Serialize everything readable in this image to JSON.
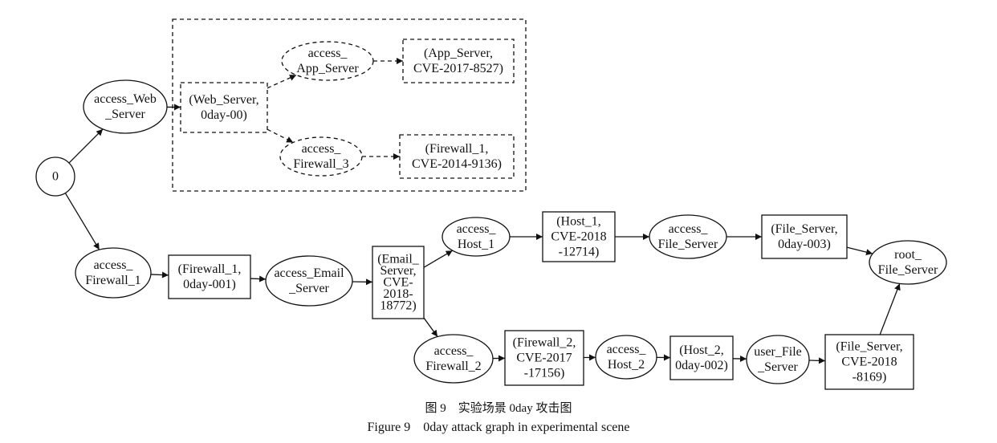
{
  "diagram": {
    "type": "attack-graph",
    "nodes": [
      {
        "id": "n0",
        "shape": "circle",
        "style": "solid",
        "lines": [
          "0"
        ]
      },
      {
        "id": "access_web",
        "shape": "ellipse",
        "style": "solid",
        "lines": [
          "access_Web",
          "_Server"
        ]
      },
      {
        "id": "web_vuln",
        "shape": "box",
        "style": "dashed",
        "lines": [
          "(Web_Server,",
          "0day-00)"
        ]
      },
      {
        "id": "access_app",
        "shape": "ellipse",
        "style": "dashed",
        "lines": [
          "access_",
          "App_Server"
        ]
      },
      {
        "id": "app_vuln",
        "shape": "box",
        "style": "dashed",
        "lines": [
          "(App_Server,",
          "CVE-2017-8527)"
        ]
      },
      {
        "id": "access_fw3",
        "shape": "ellipse",
        "style": "dashed",
        "lines": [
          "access_",
          "Firewall_3"
        ]
      },
      {
        "id": "fw1_vuln_b",
        "shape": "box",
        "style": "dashed",
        "lines": [
          "(Firewall_1,",
          "CVE-2014-9136)"
        ]
      },
      {
        "id": "access_fw1",
        "shape": "ellipse",
        "style": "solid",
        "lines": [
          "access_",
          "Firewall_1"
        ]
      },
      {
        "id": "fw1_vuln",
        "shape": "box",
        "style": "solid",
        "lines": [
          "(Firewall_1,",
          "0day-001)"
        ]
      },
      {
        "id": "access_email",
        "shape": "ellipse",
        "style": "solid",
        "lines": [
          "access_Email",
          "_Server"
        ]
      },
      {
        "id": "email_vuln",
        "shape": "box",
        "style": "solid",
        "lines": [
          "(Email_",
          "Server,",
          "CVE-",
          "2018-",
          "18772)"
        ]
      },
      {
        "id": "access_host1",
        "shape": "ellipse",
        "style": "solid",
        "lines": [
          "access_",
          "Host_1"
        ]
      },
      {
        "id": "host1_vuln",
        "shape": "box",
        "style": "solid",
        "lines": [
          "(Host_1,",
          "CVE-2018",
          "-12714)"
        ]
      },
      {
        "id": "access_fs",
        "shape": "ellipse",
        "style": "solid",
        "lines": [
          "access_",
          "File_Server"
        ]
      },
      {
        "id": "fs_vuln",
        "shape": "box",
        "style": "solid",
        "lines": [
          "(File_Server,",
          "0day-003)"
        ]
      },
      {
        "id": "root_fs",
        "shape": "ellipse",
        "style": "solid",
        "lines": [
          "root_",
          "File_Server"
        ]
      },
      {
        "id": "access_fw2",
        "shape": "ellipse",
        "style": "solid",
        "lines": [
          "access_",
          "Firewall_2"
        ]
      },
      {
        "id": "fw2_vuln",
        "shape": "box",
        "style": "solid",
        "lines": [
          "(Firewall_2,",
          "CVE-2017",
          "-17156)"
        ]
      },
      {
        "id": "access_host2",
        "shape": "ellipse",
        "style": "solid",
        "lines": [
          "access_",
          "Host_2"
        ]
      },
      {
        "id": "host2_vuln",
        "shape": "box",
        "style": "solid",
        "lines": [
          "(Host_2,",
          "0day-002)"
        ]
      },
      {
        "id": "user_fs",
        "shape": "ellipse",
        "style": "solid",
        "lines": [
          "user_File",
          "_Server"
        ]
      },
      {
        "id": "fs_vuln2",
        "shape": "box",
        "style": "solid",
        "lines": [
          "(File_Server,",
          "CVE-2018",
          "-8169)"
        ]
      }
    ],
    "edges": [
      {
        "from": "n0",
        "to": "access_web",
        "style": "solid"
      },
      {
        "from": "access_web",
        "to": "web_vuln",
        "style": "solid"
      },
      {
        "from": "web_vuln",
        "to": "access_app",
        "style": "dashed"
      },
      {
        "from": "access_app",
        "to": "app_vuln",
        "style": "dashed"
      },
      {
        "from": "web_vuln",
        "to": "access_fw3",
        "style": "dashed"
      },
      {
        "from": "access_fw3",
        "to": "fw1_vuln_b",
        "style": "dashed"
      },
      {
        "from": "n0",
        "to": "access_fw1",
        "style": "solid"
      },
      {
        "from": "access_fw1",
        "to": "fw1_vuln",
        "style": "solid"
      },
      {
        "from": "fw1_vuln",
        "to": "access_email",
        "style": "solid"
      },
      {
        "from": "access_email",
        "to": "email_vuln",
        "style": "solid"
      },
      {
        "from": "email_vuln",
        "to": "access_host1",
        "style": "solid"
      },
      {
        "from": "access_host1",
        "to": "host1_vuln",
        "style": "solid"
      },
      {
        "from": "host1_vuln",
        "to": "access_fs",
        "style": "solid"
      },
      {
        "from": "access_fs",
        "to": "fs_vuln",
        "style": "solid"
      },
      {
        "from": "fs_vuln",
        "to": "root_fs",
        "style": "solid"
      },
      {
        "from": "email_vuln",
        "to": "access_fw2",
        "style": "solid"
      },
      {
        "from": "access_fw2",
        "to": "fw2_vuln",
        "style": "solid"
      },
      {
        "from": "fw2_vuln",
        "to": "access_host2",
        "style": "solid"
      },
      {
        "from": "access_host2",
        "to": "host2_vuln",
        "style": "solid"
      },
      {
        "from": "host2_vuln",
        "to": "user_fs",
        "style": "solid"
      },
      {
        "from": "user_fs",
        "to": "fs_vuln2",
        "style": "solid"
      },
      {
        "from": "fs_vuln2",
        "to": "root_fs",
        "style": "solid"
      }
    ],
    "clusters": [
      {
        "id": "zero_day_web_cluster",
        "style": "dashed",
        "members": [
          "web_vuln",
          "access_app",
          "app_vuln",
          "access_fw3",
          "fw1_vuln_b"
        ]
      }
    ]
  },
  "caption": {
    "cn": "图 9　实验场景 0day 攻击图",
    "en": "Figure 9　0day attack graph in experimental scene"
  }
}
